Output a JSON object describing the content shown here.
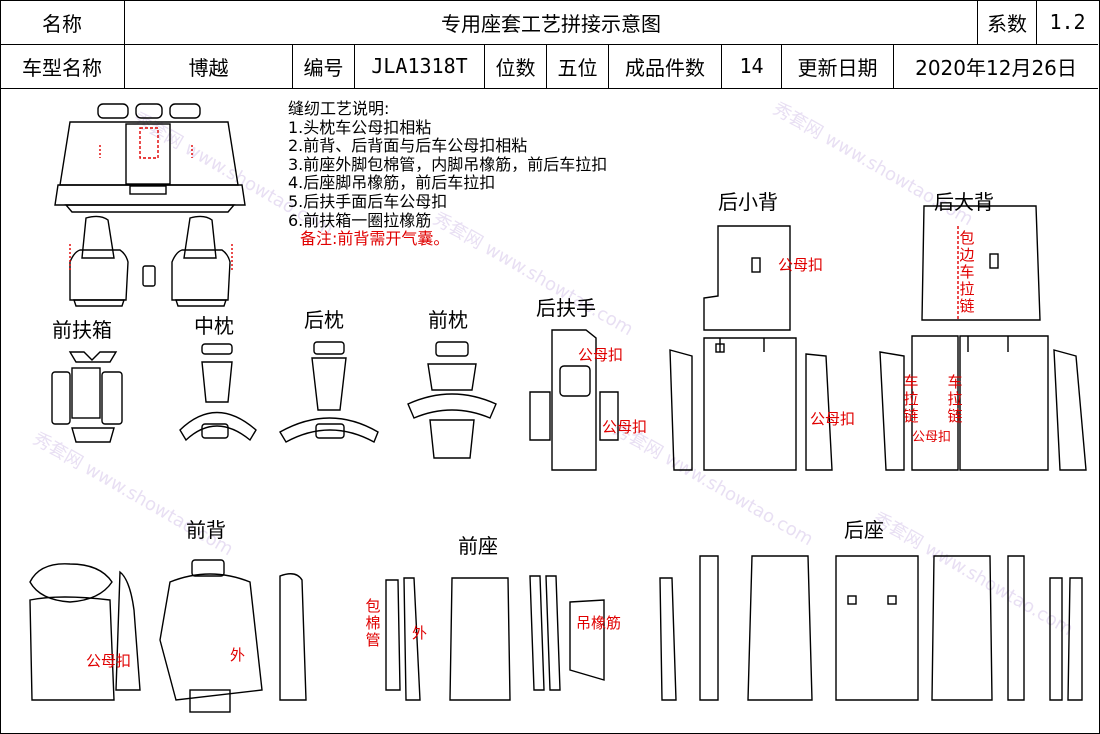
{
  "header": {
    "name_label": "名称",
    "title": "专用座套工艺拼接示意图",
    "coef_label": "系数",
    "coef_value": "1.2",
    "model_label": "车型名称",
    "model_value": "博越",
    "code_label": "编号",
    "code_value": "JLA1318T",
    "seats_label": "位数",
    "seats_value": "五位",
    "pieces_label": "成品件数",
    "pieces_value": "14",
    "date_label": "更新日期",
    "date_value": "2020年12月26日"
  },
  "notes": {
    "heading": "缝纫工艺说明:",
    "items": [
      "1.头枕车公母扣相粘",
      "2.前背、后背面与后车公母扣相粘",
      "3.前座外脚包棉管，内脚吊橡筋，前后车拉扣",
      "4.后座脚吊橡筋，前后车拉扣",
      "5.后扶手面后车公母扣",
      "6.前扶箱一圈拉橡筋"
    ],
    "remark": "备注:前背需开气囊。"
  },
  "parts": {
    "front_armbox": "前扶箱",
    "mid_headrest": "中枕",
    "rear_headrest": "后枕",
    "front_headrest": "前枕",
    "rear_armrest": "后扶手",
    "rear_small_back": "后小背",
    "rear_big_back": "后大背",
    "front_back": "前背",
    "front_seat": "前座",
    "rear_seat": "后座"
  },
  "annotations": {
    "snap": "公母扣",
    "outer": "外",
    "bungee": "吊橡筋",
    "cotton_tube": "包棉管",
    "zipper": "车拉链",
    "edge_zipper": "包边车拉链"
  },
  "watermark": {
    "brand": "秀套网",
    "url": "www.showtao.com"
  }
}
